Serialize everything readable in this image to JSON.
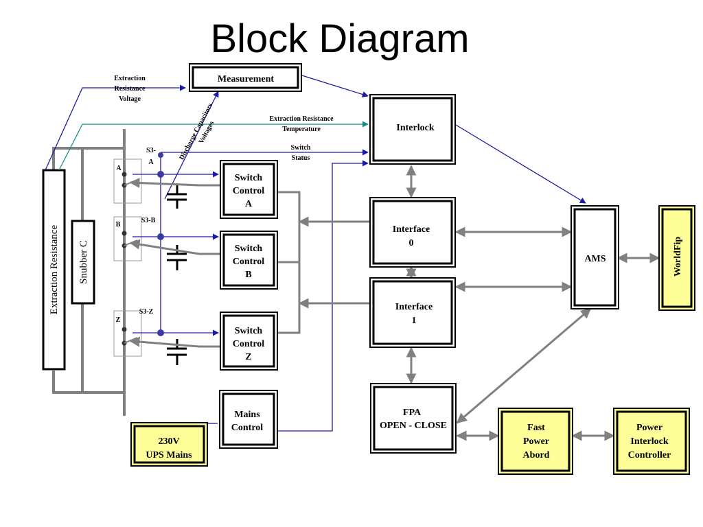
{
  "title": "Block Diagram",
  "colors": {
    "signal_blue": "#1a1aa6",
    "teal": "#1a8c8c",
    "grey_bus": "#808080",
    "highlight_fill": "#ffff99",
    "node_dot": "#3a3aa0"
  },
  "blocks": {
    "measurement": "Measurement",
    "interlock": "Interlock",
    "interface0": [
      "Interface",
      "0"
    ],
    "interface1": [
      "Interface",
      "1"
    ],
    "fpa": [
      "FPA",
      "OPEN - CLOSE"
    ],
    "ams": "AMS",
    "worldfip": "WorldFip",
    "switch_control_a": [
      "Switch",
      "Control",
      "A"
    ],
    "switch_control_b": [
      "Switch",
      "Control",
      "B"
    ],
    "switch_control_z": [
      "Switch",
      "Control",
      "Z"
    ],
    "mains_control": [
      "Mains",
      "Control"
    ],
    "ups_mains": [
      "230V",
      "UPS Mains"
    ],
    "fast_power_abord": [
      "Fast",
      "Power",
      "Abord"
    ],
    "power_interlock_controller": [
      "Power",
      "Interlock",
      "Controller"
    ],
    "extraction_resistance": "Extraction Resistance",
    "snubber_c": "Snubber C"
  },
  "labels": {
    "extraction_resistance_voltage": [
      "Extraction",
      "Resistance",
      "Voltage"
    ],
    "extraction_resistance_temperature": [
      "Extraction Resistance",
      "Temperature"
    ],
    "switch_status": [
      "Switch",
      "Status"
    ],
    "discharge_capacitors_voltages": [
      "Discharge Capacitors",
      "Voltages"
    ],
    "s3_a": [
      "S3-",
      "A"
    ],
    "s3_b": "S3-B",
    "s3_z": "S3-Z",
    "switch_a": "A",
    "switch_b": "B",
    "switch_z": "Z"
  }
}
